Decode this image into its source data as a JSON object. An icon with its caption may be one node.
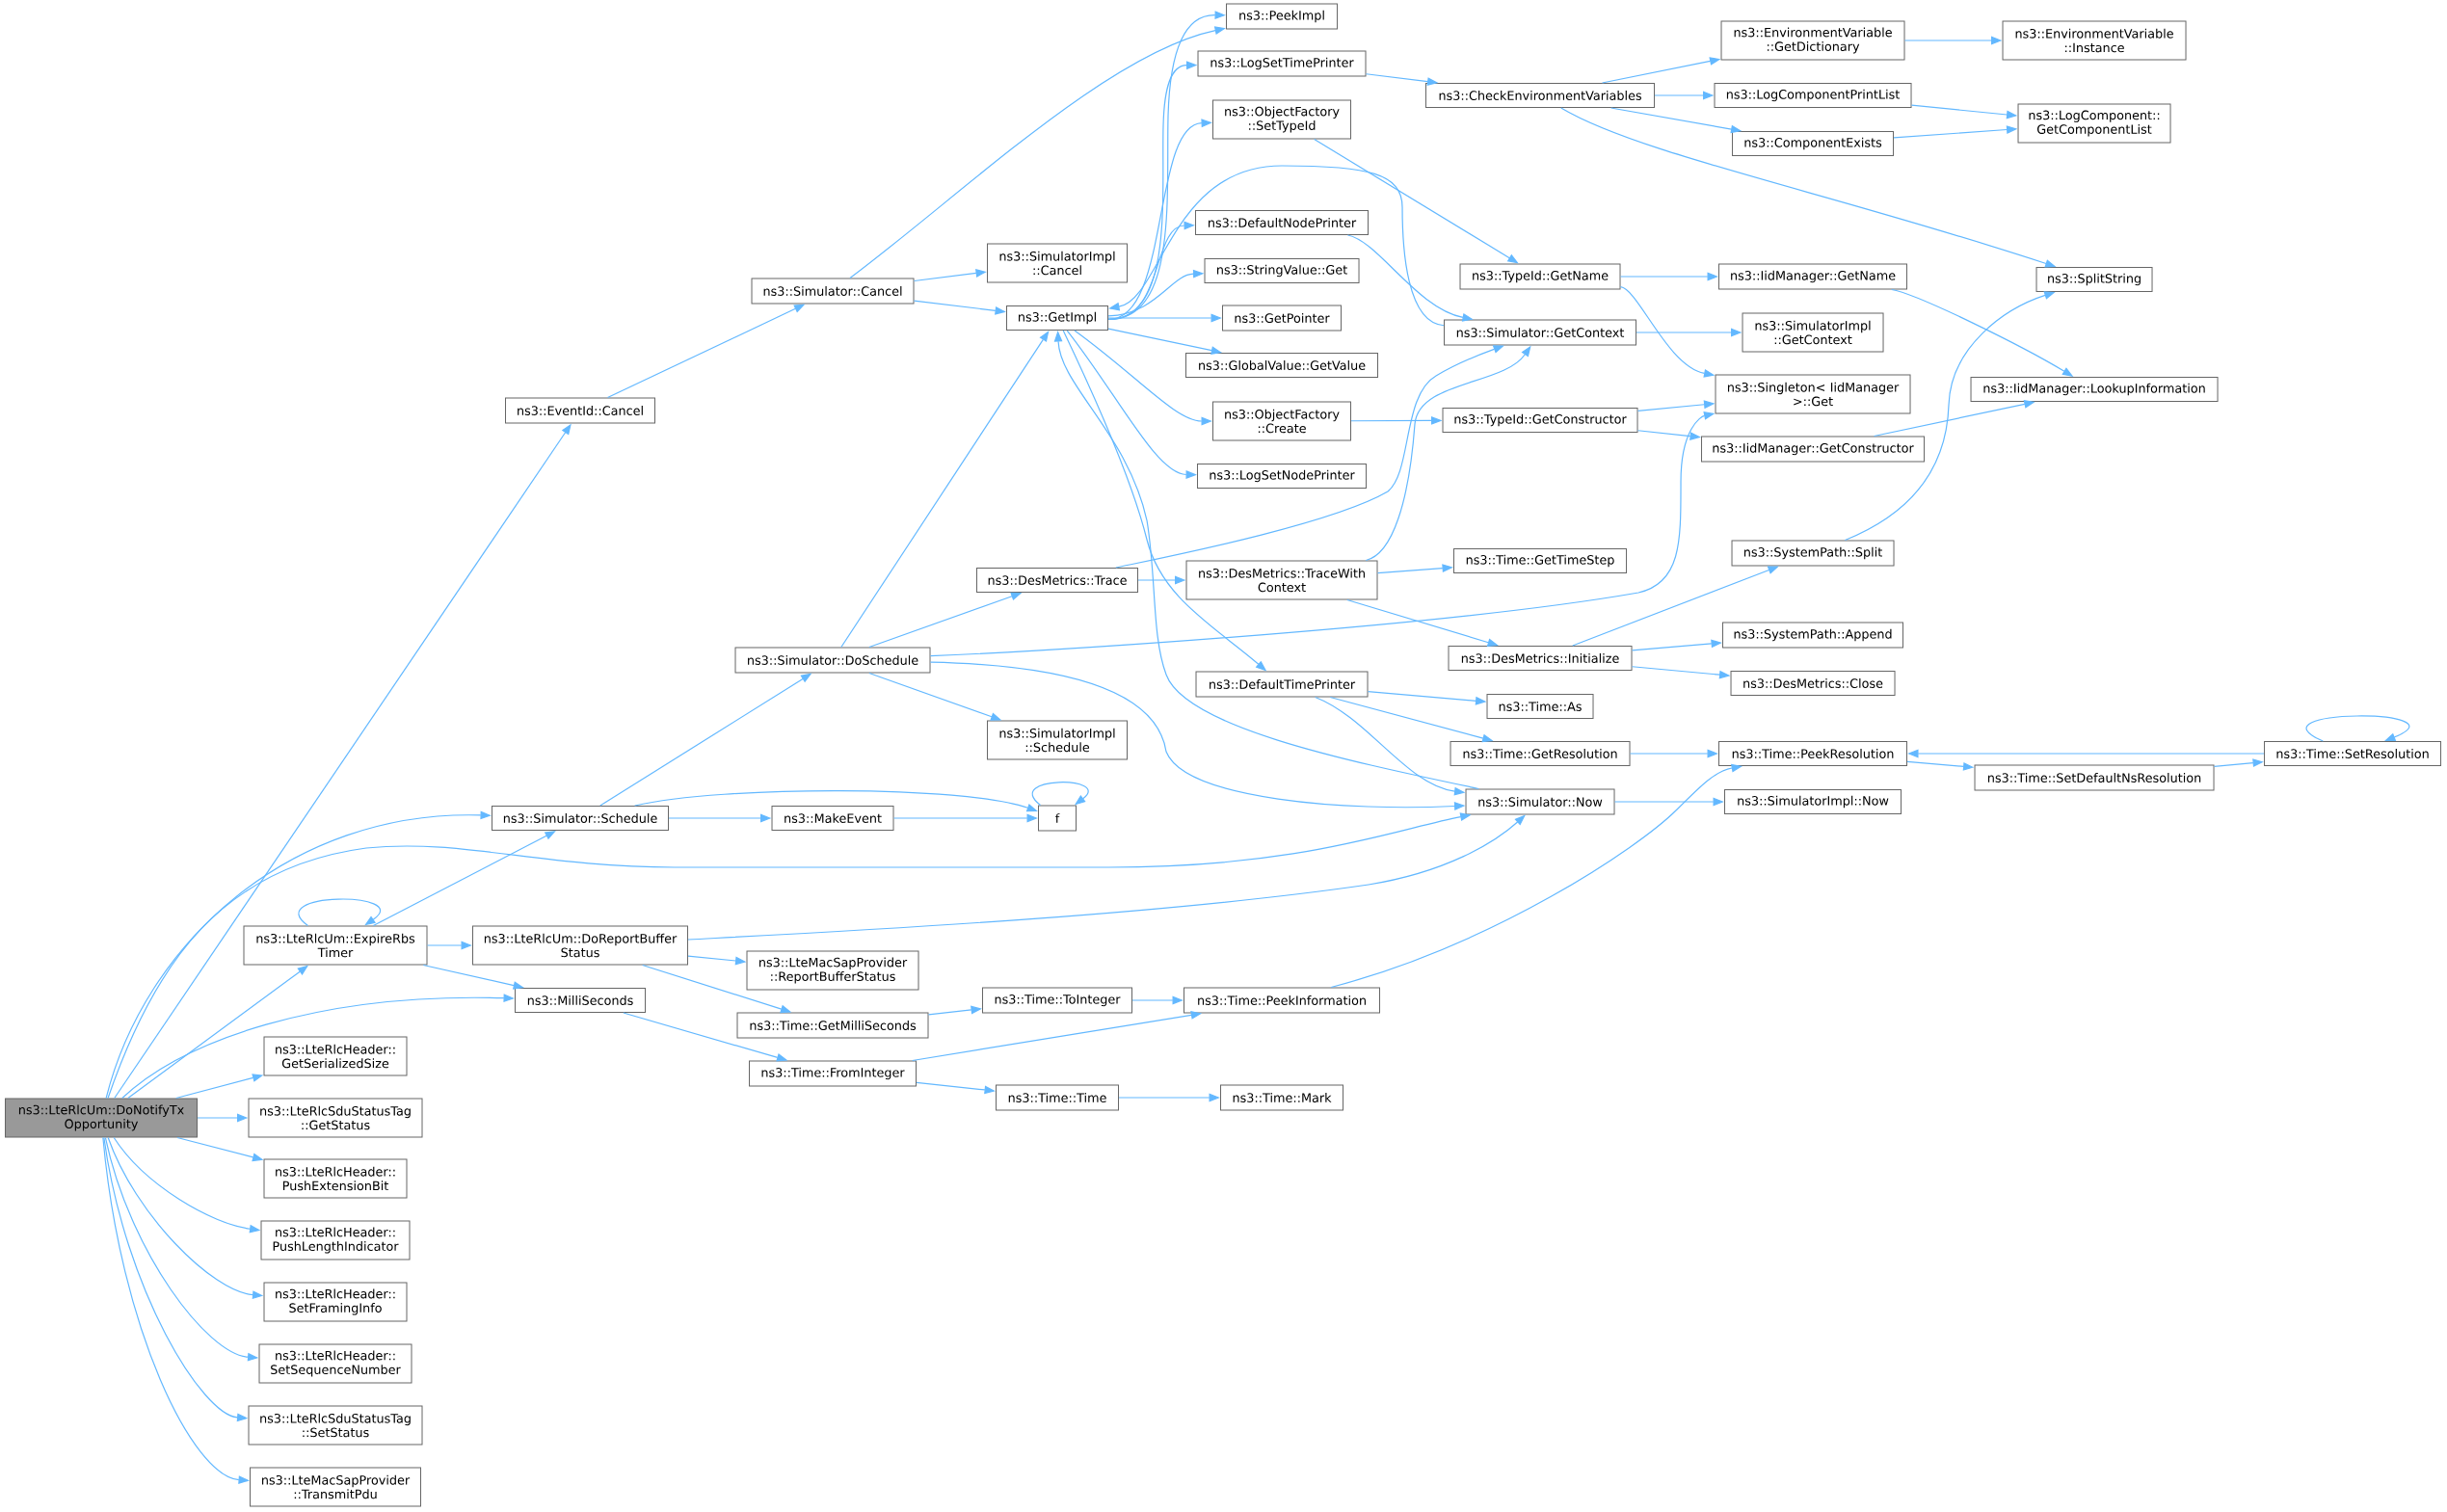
{
  "diagram": {
    "nodes": [
      {
        "text": [
          "ns3::LteRlcUm::DoNotifyTx Opportunity"
        ]
      },
      {
        "text": [
          "ns3::LteRlcUm::ExpireRbs Timer"
        ]
      },
      {
        "text": [
          "ns3::LteRlcHeader:: GetSerializedSize"
        ]
      },
      {
        "text": [
          "ns3::LteRlcSduStatusTag ::GetStatus"
        ]
      },
      {
        "text": [
          "ns3::LteRlcHeader:: PushExtensionBit"
        ]
      },
      {
        "text": [
          "ns3::LteRlcHeader:: PushLengthIndicator"
        ]
      },
      {
        "text": [
          "ns3::LteRlcHeader:: SetFramingInfo"
        ]
      },
      {
        "text": [
          "ns3::LteRlcHeader:: SetSequenceNumber"
        ]
      },
      {
        "text": [
          "ns3::LteRlcSduStatusTag ::SetStatus"
        ]
      },
      {
        "text": [
          "ns3::LteMacSapProvider ::TransmitPdu"
        ]
      },
      {
        "text": [
          "ns3::EventId::Cancel"
        ]
      },
      {
        "text": [
          "ns3::Simulator::Schedule"
        ]
      },
      {
        "text": [
          "ns3::LteRlcUm::DoReportBuffer Status"
        ]
      },
      {
        "text": [
          "ns3::MilliSeconds"
        ]
      },
      {
        "text": [
          "ns3::Simulator::Cancel"
        ]
      },
      {
        "text": [
          "ns3::Simulator::DoSchedule"
        ]
      },
      {
        "text": [
          "ns3::MakeEvent"
        ]
      },
      {
        "text": [
          "ns3::LteMacSapProvider ::ReportBufferStatus"
        ]
      },
      {
        "text": [
          "ns3::Time::GetMilliSeconds"
        ]
      },
      {
        "text": [
          "ns3::Time::FromInteger"
        ]
      },
      {
        "text": [
          "ns3::SimulatorImpl ::Cancel"
        ]
      },
      {
        "text": [
          "ns3::GetImpl"
        ]
      },
      {
        "text": [
          "ns3::DesMetrics::Trace"
        ]
      },
      {
        "text": [
          "ns3::SimulatorImpl ::Schedule"
        ]
      },
      {
        "text": [
          "f"
        ]
      },
      {
        "text": [
          "ns3::Time::ToInteger"
        ]
      },
      {
        "text": [
          "ns3::Time::Time"
        ]
      },
      {
        "text": [
          "ns3::PeekImpl"
        ]
      },
      {
        "text": [
          "ns3::LogSetTimePrinter"
        ]
      },
      {
        "text": [
          "ns3::ObjectFactory ::SetTypeId"
        ]
      },
      {
        "text": [
          "ns3::DefaultNodePrinter"
        ]
      },
      {
        "text": [
          "ns3::StringValue::Get"
        ]
      },
      {
        "text": [
          "ns3::GetPointer"
        ]
      },
      {
        "text": [
          "ns3::GlobalValue::GetValue"
        ]
      },
      {
        "text": [
          "ns3::ObjectFactory ::Create"
        ]
      },
      {
        "text": [
          "ns3::LogSetNodePrinter"
        ]
      },
      {
        "text": [
          "ns3::DesMetrics::TraceWith Context"
        ]
      },
      {
        "text": [
          "ns3::DefaultTimePrinter"
        ]
      },
      {
        "text": [
          "ns3::Time::PeekInformation"
        ]
      },
      {
        "text": [
          "ns3::Time::Mark"
        ]
      },
      {
        "text": [
          "ns3::CheckEnvironmentVariables"
        ]
      },
      {
        "text": [
          "ns3::TypeId::GetName"
        ]
      },
      {
        "text": [
          "ns3::Simulator::GetContext"
        ]
      },
      {
        "text": [
          "ns3::TypeId::GetConstructor"
        ]
      },
      {
        "text": [
          "ns3::Time::GetTimeStep"
        ]
      },
      {
        "text": [
          "ns3::DesMetrics::Initialize"
        ]
      },
      {
        "text": [
          "ns3::Time::As"
        ]
      },
      {
        "text": [
          "ns3::Time::GetResolution"
        ]
      },
      {
        "text": [
          "ns3::Simulator::Now"
        ]
      },
      {
        "text": [
          "ns3::EnvironmentVariable ::GetDictionary"
        ]
      },
      {
        "text": [
          "ns3::LogComponentPrintList"
        ]
      },
      {
        "text": [
          "ns3::ComponentExists"
        ]
      },
      {
        "text": [
          "ns3::IidManager::GetName"
        ]
      },
      {
        "text": [
          "ns3::SimulatorImpl ::GetContext"
        ]
      },
      {
        "text": [
          "ns3::Singleton< IidManager >::Get"
        ]
      },
      {
        "text": [
          "ns3::IidManager::GetConstructor"
        ]
      },
      {
        "text": [
          "ns3::SystemPath::Split"
        ]
      },
      {
        "text": [
          "ns3::SystemPath::Append"
        ]
      },
      {
        "text": [
          "ns3::DesMetrics::Close"
        ]
      },
      {
        "text": [
          "ns3::Time::PeekResolution"
        ]
      },
      {
        "text": [
          "ns3::SimulatorImpl::Now"
        ]
      },
      {
        "text": [
          "ns3::EnvironmentVariable ::Instance"
        ]
      },
      {
        "text": [
          "ns3::LogComponent:: GetComponentList"
        ]
      },
      {
        "text": [
          "ns3::SplitString"
        ]
      },
      {
        "text": [
          "ns3::IidManager::LookupInformation"
        ]
      },
      {
        "text": [
          "ns3::Time::SetDefaultNsResolution"
        ]
      },
      {
        "text": [
          "ns3::Time::SetResolution"
        ]
      }
    ],
    "edges": [
      {
        "from": 0,
        "to": 10,
        "arrow": "to"
      },
      {
        "from": 0,
        "to": 11,
        "arrow": "to"
      },
      {
        "from": 0,
        "to": 48,
        "arrow": "to"
      },
      {
        "from": 0,
        "to": 1,
        "arrow": "to"
      },
      {
        "from": 0,
        "to": 13,
        "arrow": "to"
      },
      {
        "from": 0,
        "to": 2,
        "arrow": "to"
      },
      {
        "from": 0,
        "to": 3,
        "arrow": "to"
      },
      {
        "from": 0,
        "to": 4,
        "arrow": "to"
      },
      {
        "from": 0,
        "to": 5,
        "arrow": "to"
      },
      {
        "from": 0,
        "to": 6,
        "arrow": "to"
      },
      {
        "from": 0,
        "to": 7,
        "arrow": "to"
      },
      {
        "from": 0,
        "to": 8,
        "arrow": "to"
      },
      {
        "from": 0,
        "to": 9,
        "arrow": "to"
      },
      {
        "from": 1,
        "to": 1,
        "arrow": "to"
      },
      {
        "from": 1,
        "to": 11,
        "arrow": "to"
      },
      {
        "from": 1,
        "to": 12,
        "arrow": "to"
      },
      {
        "from": 1,
        "to": 13,
        "arrow": "to"
      },
      {
        "from": 10,
        "to": 14,
        "arrow": "to"
      },
      {
        "from": 11,
        "to": 15,
        "arrow": "to"
      },
      {
        "from": 11,
        "to": 16,
        "arrow": "to"
      },
      {
        "from": 11,
        "to": 24,
        "arrow": "to"
      },
      {
        "from": 12,
        "to": 48,
        "arrow": "to"
      },
      {
        "from": 12,
        "to": 17,
        "arrow": "to"
      },
      {
        "from": 12,
        "to": 18,
        "arrow": "to"
      },
      {
        "from": 13,
        "to": 19,
        "arrow": "to"
      },
      {
        "from": 14,
        "to": 27,
        "arrow": "to"
      },
      {
        "from": 14,
        "to": 20,
        "arrow": "to"
      },
      {
        "from": 14,
        "to": 21,
        "arrow": "to"
      },
      {
        "from": 15,
        "to": 21,
        "arrow": "to"
      },
      {
        "from": 15,
        "to": 22,
        "arrow": "to"
      },
      {
        "from": 15,
        "to": 54,
        "arrow": "to"
      },
      {
        "from": 15,
        "to": 23,
        "arrow": "to"
      },
      {
        "from": 15,
        "to": 48,
        "arrow": "to"
      },
      {
        "from": 16,
        "to": 24,
        "arrow": "to"
      },
      {
        "from": 18,
        "to": 25,
        "arrow": "to"
      },
      {
        "from": 19,
        "to": 38,
        "arrow": "to"
      },
      {
        "from": 19,
        "to": 26,
        "arrow": "to"
      },
      {
        "from": 21,
        "to": 27,
        "arrow": "to"
      },
      {
        "from": 21,
        "to": 28,
        "arrow": "to"
      },
      {
        "from": 21,
        "to": 29,
        "arrow": "to"
      },
      {
        "from": 21,
        "to": 30,
        "arrow": "to"
      },
      {
        "from": 21,
        "to": 31,
        "arrow": "to"
      },
      {
        "from": 21,
        "to": 32,
        "arrow": "to"
      },
      {
        "from": 21,
        "to": 33,
        "arrow": "to"
      },
      {
        "from": 21,
        "to": 34,
        "arrow": "to"
      },
      {
        "from": 21,
        "to": 35,
        "arrow": "to"
      },
      {
        "from": 21,
        "to": 37,
        "arrow": "to"
      },
      {
        "from": 22,
        "to": 36,
        "arrow": "to"
      },
      {
        "from": 22,
        "to": 42,
        "arrow": "to"
      },
      {
        "from": 24,
        "to": 24,
        "arrow": "to"
      },
      {
        "from": 25,
        "to": 38,
        "arrow": "to"
      },
      {
        "from": 26,
        "to": 39,
        "arrow": "to"
      },
      {
        "from": 28,
        "to": 40,
        "arrow": "to"
      },
      {
        "from": 29,
        "to": 41,
        "arrow": "to"
      },
      {
        "from": 30,
        "to": 42,
        "arrow": "to"
      },
      {
        "from": 34,
        "to": 43,
        "arrow": "to"
      },
      {
        "from": 36,
        "to": 42,
        "arrow": "to"
      },
      {
        "from": 36,
        "to": 44,
        "arrow": "to"
      },
      {
        "from": 36,
        "to": 45,
        "arrow": "to"
      },
      {
        "from": 37,
        "to": 46,
        "arrow": "to"
      },
      {
        "from": 37,
        "to": 47,
        "arrow": "to"
      },
      {
        "from": 37,
        "to": 48,
        "arrow": "to"
      },
      {
        "from": 38,
        "to": 59,
        "arrow": "to"
      },
      {
        "from": 40,
        "to": 49,
        "arrow": "to"
      },
      {
        "from": 40,
        "to": 50,
        "arrow": "to"
      },
      {
        "from": 40,
        "to": 51,
        "arrow": "to"
      },
      {
        "from": 40,
        "to": 63,
        "arrow": "to"
      },
      {
        "from": 41,
        "to": 52,
        "arrow": "to"
      },
      {
        "from": 41,
        "to": 54,
        "arrow": "to"
      },
      {
        "from": 42,
        "to": 53,
        "arrow": "to"
      },
      {
        "from": 42,
        "to": 21,
        "arrow": "to"
      },
      {
        "from": 43,
        "to": 54,
        "arrow": "to"
      },
      {
        "from": 43,
        "to": 55,
        "arrow": "to"
      },
      {
        "from": 45,
        "to": 56,
        "arrow": "to"
      },
      {
        "from": 45,
        "to": 57,
        "arrow": "to"
      },
      {
        "from": 45,
        "to": 58,
        "arrow": "to"
      },
      {
        "from": 47,
        "to": 59,
        "arrow": "to"
      },
      {
        "from": 48,
        "to": 60,
        "arrow": "to"
      },
      {
        "from": 48,
        "to": 21,
        "arrow": "to"
      },
      {
        "from": 49,
        "to": 61,
        "arrow": "to"
      },
      {
        "from": 50,
        "to": 62,
        "arrow": "to"
      },
      {
        "from": 51,
        "to": 62,
        "arrow": "to"
      },
      {
        "from": 52,
        "to": 64,
        "arrow": "to"
      },
      {
        "from": 55,
        "to": 64,
        "arrow": "to"
      },
      {
        "from": 56,
        "to": 63,
        "arrow": "to"
      },
      {
        "from": 59,
        "to": 65,
        "arrow": "to"
      },
      {
        "from": 65,
        "to": 66,
        "arrow": "to"
      },
      {
        "from": 66,
        "to": 66,
        "arrow": "to"
      },
      {
        "from": 66,
        "to": 59,
        "arrow": "to"
      }
    ]
  }
}
